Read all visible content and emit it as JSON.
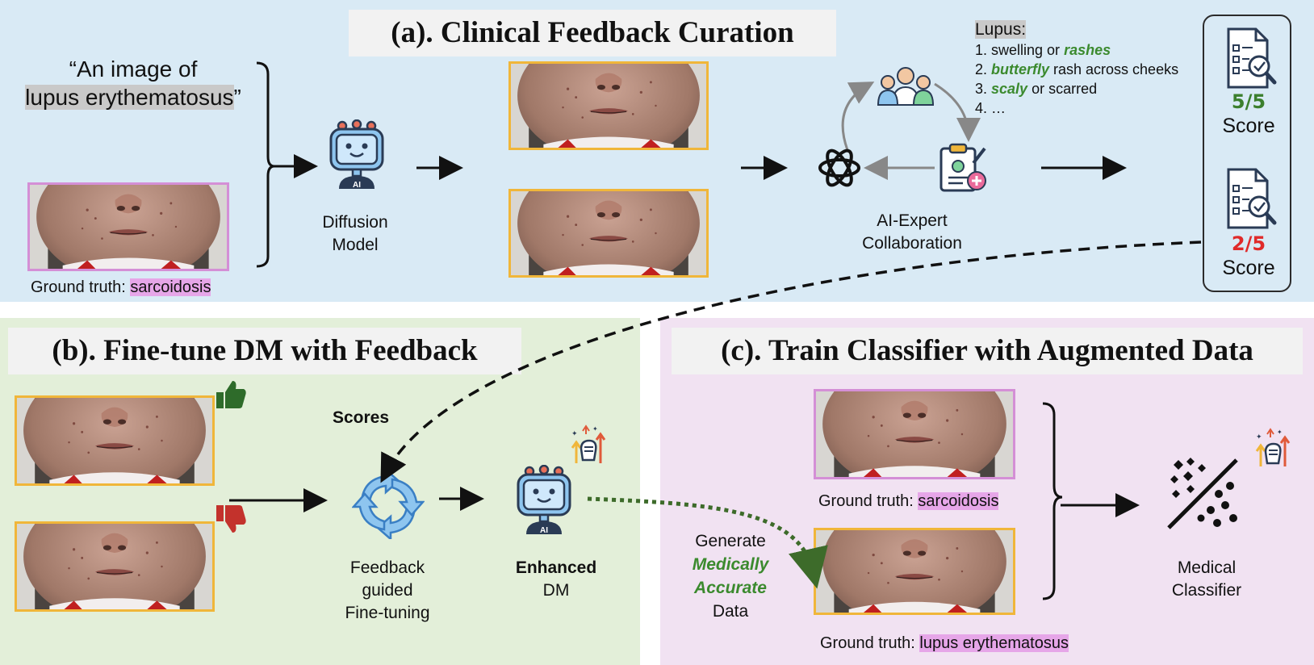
{
  "panel_a": {
    "title": "(a). Clinical Feedback Curation",
    "prompt_line1": "“An image of",
    "prompt_highlight": "lupus erythematosus",
    "prompt_close": "”",
    "gt_prefix": "Ground truth: ",
    "gt_value": "sarcoidosis",
    "diffusion_label_1": "Diffusion",
    "diffusion_label_2": "Model",
    "collab_label_1": "AI-Expert",
    "collab_label_2": "Collaboration",
    "criteria_title": "Lupus:",
    "criteria": [
      {
        "num": "1. ",
        "pre": "swelling or ",
        "em": "rashes",
        "post": ""
      },
      {
        "num": "2. ",
        "pre": "",
        "em": "butterfly",
        "post": " rash across cheeks"
      },
      {
        "num": "3. ",
        "pre": "",
        "em": "scaly",
        "post": " or scarred"
      },
      {
        "num": "4. ",
        "pre": "…",
        "em": "",
        "post": ""
      }
    ],
    "score_high": "5/5",
    "score_low": "2/5",
    "score_label": "Score"
  },
  "panel_b": {
    "title": "(b). Fine-tune DM with Feedback",
    "scores_label": "Scores",
    "finetune_label_1": "Feedback",
    "finetune_label_2": "guided",
    "finetune_label_3": "Fine-tuning",
    "enhanced_label_1": "Enhanced",
    "enhanced_label_2": "DM"
  },
  "panel_c": {
    "title": "(c). Train Classifier with Augmented Data",
    "gt_prefix": "Ground truth: ",
    "gt_top": "sarcoidosis",
    "gt_bottom": "lupus erythematosus",
    "generate_1": "Generate",
    "generate_2": "Medically",
    "generate_3": "Accurate",
    "generate_4": "Data",
    "classifier_1": "Medical",
    "classifier_2": "Classifier"
  },
  "colors": {
    "panel_a_bg": "#d9eaf5",
    "panel_b_bg": "#e3efd9",
    "panel_c_bg": "#f1e2f2",
    "pink_border": "#d48fd6",
    "gold_border": "#f0b63a",
    "good_score": "#3b7f2d",
    "bad_score": "#e02a2a",
    "emphasis_green": "#3b8a2e"
  },
  "icons": [
    "robot-icon",
    "doctors-icon",
    "openai-icon",
    "clipboard-icon",
    "score-report-icon",
    "thumbs-up-icon",
    "thumbs-down-icon",
    "refresh-cycle-icon",
    "boost-hand-icon",
    "classifier-scatter-icon"
  ]
}
